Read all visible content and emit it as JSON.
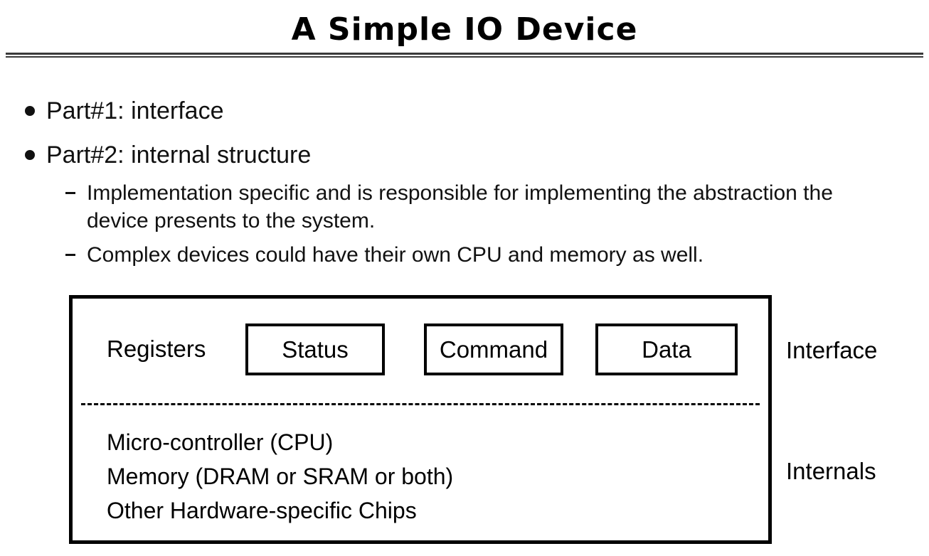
{
  "slide": {
    "title": "A Simple IO Device"
  },
  "bullets": {
    "part1": "Part#1: interface",
    "part2": "Part#2: internal structure",
    "sub1": "Implementation specific and is responsible for implementing the abstraction the device presents to the system.",
    "sub2": "Complex devices could have their own CPU and memory as well."
  },
  "diagram": {
    "registers_label": "Registers",
    "boxes": [
      "Status",
      "Command",
      "Data"
    ],
    "internals_lines": [
      "Micro-controller (CPU)",
      "Memory (DRAM or SRAM or both)",
      "Other Hardware-specific Chips"
    ],
    "interface_label": "Interface",
    "internals_label": "Internals"
  }
}
